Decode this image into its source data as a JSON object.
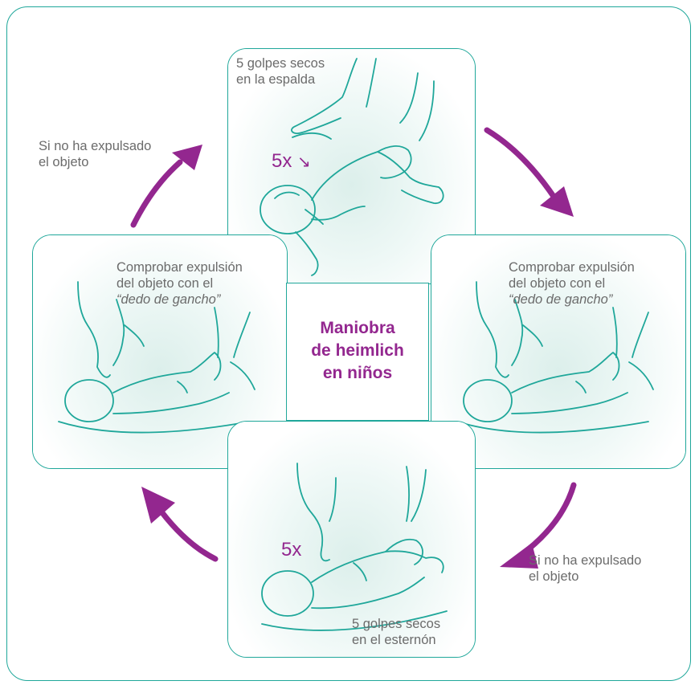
{
  "title": {
    "line1": "Maniobra",
    "line2": "de heimlich",
    "line3": "en niños"
  },
  "steps": {
    "top": {
      "line1": "5 golpes secos",
      "line2": "en la espalda",
      "count": "5x",
      "count_arrow": "↘"
    },
    "right": {
      "line1": "Comprobar expulsión",
      "line2": "del objeto con el",
      "line3": "“dedo de gancho”"
    },
    "bottom": {
      "line1": "5 golpes secos",
      "line2": "en el esternón",
      "count": "5x"
    },
    "left": {
      "line1": "Comprobar expulsión",
      "line2": "del objeto con el",
      "line3": "“dedo de gancho”"
    }
  },
  "notes": {
    "top_left": {
      "line1": "Si no ha expulsado",
      "line2": "el objeto"
    },
    "bottom_right": {
      "line1": "Si no ha expulsado",
      "line2": "el objeto"
    }
  },
  "colors": {
    "teal": "#1fa79a",
    "magenta": "#93278f",
    "text": "#6b6b6b"
  },
  "icons": [
    "baby-back-blows-illustration",
    "baby-finger-sweep-illustration",
    "baby-chest-thrusts-illustration",
    "cycle-arrow-icon"
  ]
}
